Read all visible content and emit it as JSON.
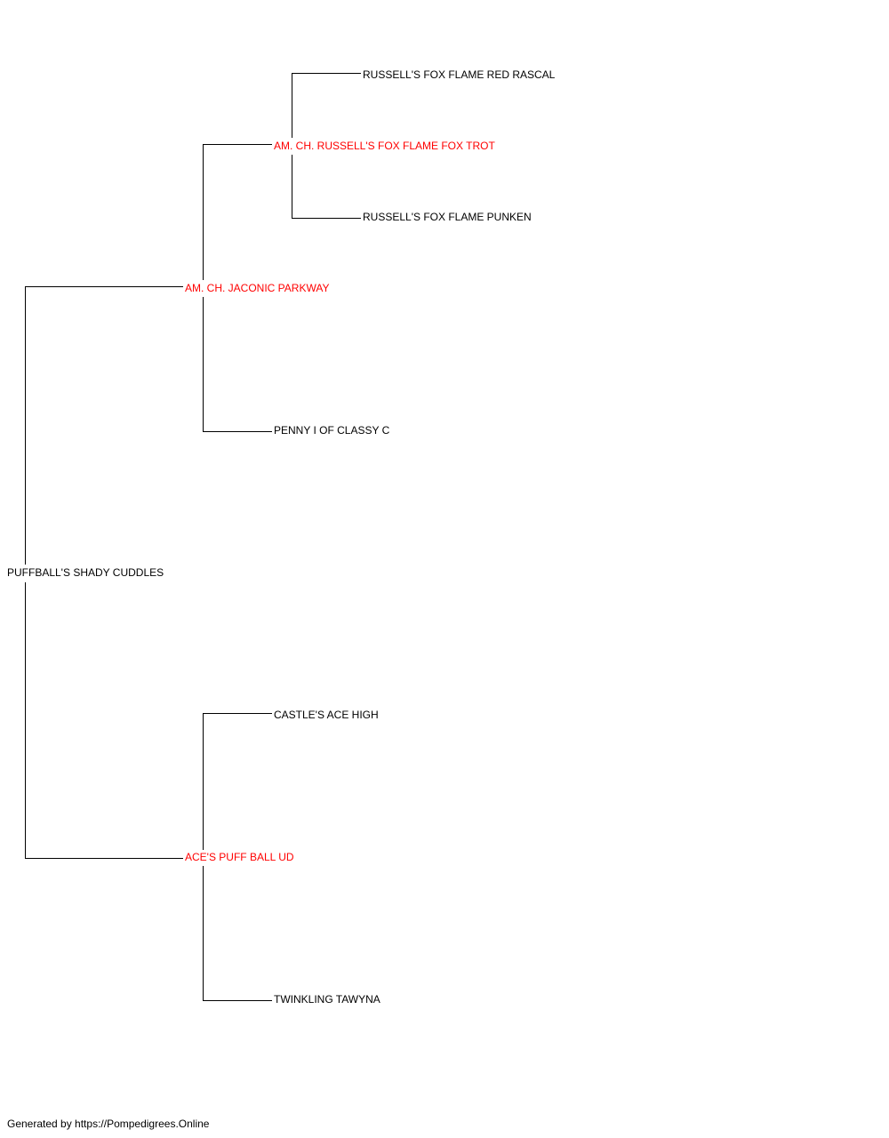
{
  "colors": {
    "line": "#000000",
    "default_name": "#000000",
    "titled_name": "#ff0000"
  },
  "pedigree": {
    "subject": {
      "name": "PUFFBALL'S SHADY CUDDLES",
      "highlight": false
    },
    "sire": {
      "name": "AM. CH. JACONIC PARKWAY",
      "highlight": true
    },
    "sire_sire": {
      "name": "AM. CH. RUSSELL'S FOX FLAME FOX TROT",
      "highlight": true
    },
    "sire_sire_sire": {
      "name": "RUSSELL'S FOX FLAME RED RASCAL",
      "highlight": false
    },
    "sire_sire_dam": {
      "name": "RUSSELL'S FOX FLAME PUNKEN",
      "highlight": false
    },
    "sire_dam": {
      "name": "PENNY I OF CLASSY C",
      "highlight": false
    },
    "dam": {
      "name": "ACE'S PUFF BALL UD",
      "highlight": true
    },
    "dam_sire": {
      "name": "CASTLE'S ACE HIGH",
      "highlight": false
    },
    "dam_dam": {
      "name": "TWINKLING TAWYNA",
      "highlight": false
    }
  },
  "footer": {
    "text": "Generated by https://Pompedigrees.Online"
  }
}
